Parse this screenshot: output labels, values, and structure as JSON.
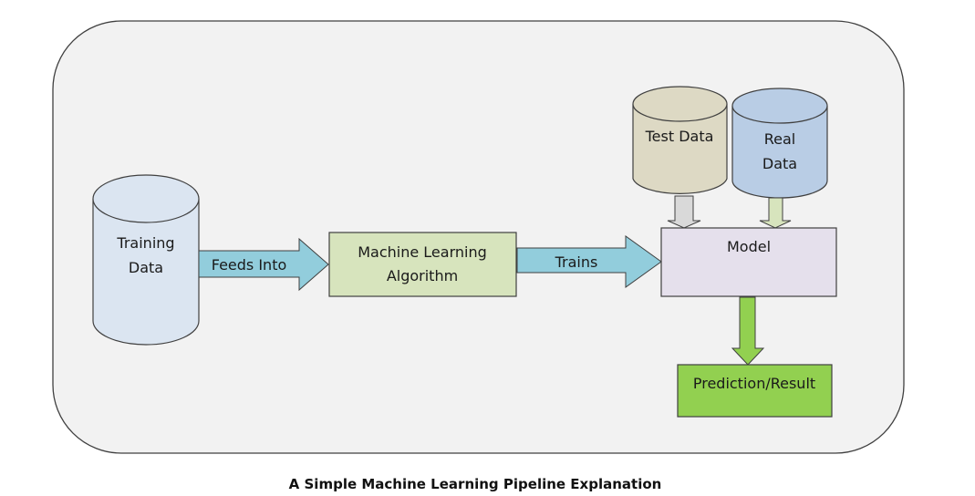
{
  "diagram": {
    "caption": "A Simple Machine Learning Pipeline Explanation",
    "nodes": {
      "training_data": {
        "line1": "Training",
        "line2": "Data",
        "shape": "cylinder",
        "color": "#dbe5f1"
      },
      "ml_algorithm": {
        "line1": "Machine Learning",
        "line2": "Algorithm",
        "shape": "rectangle",
        "color": "#d7e4bd"
      },
      "model": {
        "label": "Model",
        "shape": "rectangle",
        "color": "#e5e0ec"
      },
      "test_data": {
        "label": "Test Data",
        "shape": "cylinder",
        "color": "#ddd9c4"
      },
      "real_data": {
        "line1": "Real",
        "line2": "Data",
        "shape": "cylinder",
        "color": "#b9cde5"
      },
      "prediction": {
        "label": "Prediction/Result",
        "shape": "rectangle",
        "color": "#92d050"
      }
    },
    "edges": {
      "feeds_into": {
        "label": "Feeds Into",
        "from": "Training Data",
        "to": "Machine Learning Algorithm",
        "color": "#92cddc"
      },
      "trains": {
        "label": "Trains",
        "from": "Machine Learning Algorithm",
        "to": "Model",
        "color": "#92cddc"
      },
      "test_to_model": {
        "from": "Test Data",
        "to": "Model",
        "color": "#d9d9d9"
      },
      "real_to_model": {
        "from": "Real Data",
        "to": "Model",
        "color": "#d7e4bd"
      },
      "model_to_prediction": {
        "from": "Model",
        "to": "Prediction/Result",
        "color": "#92d050"
      }
    },
    "background": "#f2f2f2",
    "stroke": "#404040"
  }
}
